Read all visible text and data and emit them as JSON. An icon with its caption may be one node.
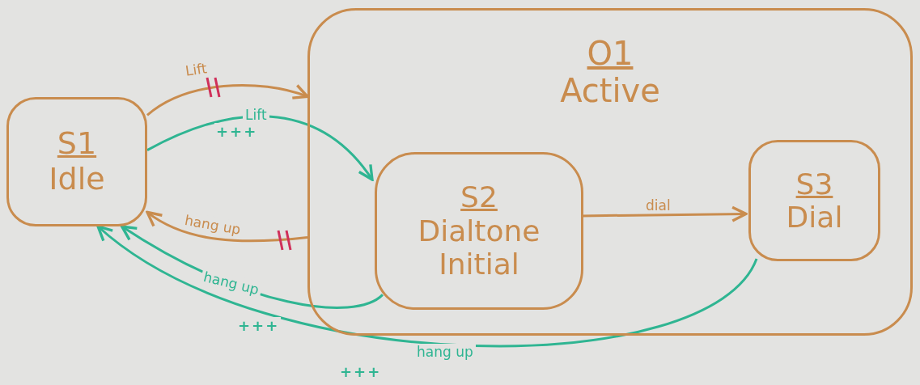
{
  "diagram": {
    "nodes": [
      {
        "text": [
          "S1",
          "Idle"
        ]
      },
      {
        "text": [
          "O1",
          "Active"
        ]
      },
      {
        "text": [
          "S2",
          "Dialtone Initial"
        ],
        "in": 1
      },
      {
        "text": [
          "S3",
          "Dial"
        ],
        "in": 1
      }
    ],
    "edges": [
      {
        "from": 0,
        "to": 1,
        "arrow": "to",
        "label": "Lift"
      },
      {
        "from": 0,
        "to": 2,
        "arrow": "to",
        "label": "Lift",
        "color": "#2fb592"
      },
      {
        "from": 1,
        "to": 0,
        "arrow": "to",
        "label": "hang up"
      },
      {
        "from": 2,
        "to": 3,
        "arrow": "to",
        "label": "dial"
      },
      {
        "from": 2,
        "to": 0,
        "arrow": "to",
        "label": "hang up",
        "color": "#2fb592"
      },
      {
        "from": 3,
        "to": 0,
        "arrow": "to",
        "label": "hang up",
        "color": "#2fb592"
      }
    ],
    "labels": [
      "+++",
      "+++",
      "+++"
    ]
  }
}
